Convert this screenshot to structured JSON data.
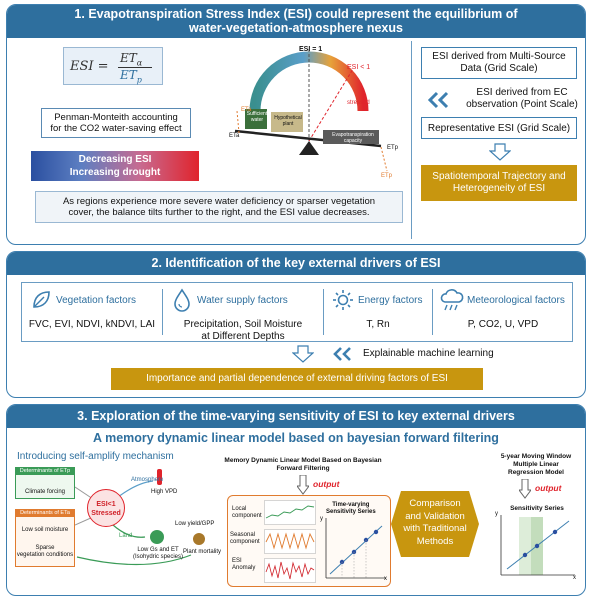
{
  "section1": {
    "title_line1": "1. Evapotranspiration Stress Index (ESI) could represent the equilibrium of",
    "title_line2": "water-vegetation-atmosphere nexus",
    "formula_lhs": "ESI =",
    "formula_num": "ET",
    "formula_num_sub": "α",
    "formula_den": "ET",
    "formula_den_sub": "p",
    "penman_line1": "Penman-Monteith accounting",
    "penman_line2": "for the CO2 water-saving effect",
    "gradient_line1": "Decreasing ESI",
    "gradient_line2": "Increasing drought",
    "gauge": {
      "esi_eq1": "ESI = 1",
      "esi_lt1": "ESI < 1",
      "stressed": "stressed",
      "eta_top": "ETa",
      "eta_left": "ETa",
      "etp_right": "ETp",
      "etp_bottom": "ETp",
      "sufficient_water": "Sufficient water",
      "hypothetical_plant": "Hypothetical plant",
      "evap_capacity": "Evapotranspiration capacity"
    },
    "balance_line1": "As regions experience more severe water deficiency or sparser vegetation",
    "balance_line2": "cover, the balance tilts further to the right, and the ESI value decreases.",
    "multi_source_line1": "ESI derived from Multi-Source",
    "multi_source_line2": "Data (Grid Scale)",
    "ec_line1": "ESI derived from EC",
    "ec_line2": "observation (Point Scale)",
    "representative": "Representative ESI (Grid Scale)",
    "trajectory_line1": "Spatiotemporal Trajectory and",
    "trajectory_line2": "Heterogeneity of ESI"
  },
  "section2": {
    "title": "2. Identification of the key external drivers of ESI",
    "factors": [
      {
        "name": "Vegetation factors",
        "values_line1": "FVC, EVI, NDVI, kNDVI, LAI",
        "values_line2": ""
      },
      {
        "name": "Water supply factors",
        "values_line1": "Precipitation, Soil Moisture",
        "values_line2": "at Different Depths"
      },
      {
        "name": "Energy factors",
        "values_line1": "T, Rn",
        "values_line2": ""
      },
      {
        "name": "Meteorological factors",
        "values_line1": "P, CO2, U, VPD",
        "values_line2": ""
      }
    ],
    "explainable": "Explainable machine learning",
    "importance": "Importance and partial dependence of external driving factors of ESI"
  },
  "section3": {
    "title": "3. Exploration of the time-varying sensitivity of ESI to key external drivers",
    "subtitle": "A memory dynamic linear model based on bayesian forward filtering",
    "self_amplify": "Introducing self-amplify mechanism",
    "det_etp": "Determinants of ETp",
    "det_eta": "Determinants of ETa",
    "climate_forcing": "Climate forcing",
    "low_soil": "Low soil moisture",
    "sparse_line1": "Sparse",
    "sparse_line2": "vegetation conditions",
    "stressed_line1": "ESI<1",
    "stressed_line2": "Stressed",
    "atmosphere": "Atmosphere",
    "land": "Land",
    "high_vpd": "High VPD",
    "low_gs_line1": "Low Gs and ET",
    "low_gs_line2": "(Isohydric species)",
    "low_yield": "Low yield/GPP",
    "plant_mortality": "Plant mortality",
    "mdlm_line1": "Memory Dynamic Linear Model Based on Bayesian",
    "mdlm_line2": "Forward Filtering",
    "output_left": "output",
    "output_right": "output",
    "local_line1": "Local",
    "local_line2": "component",
    "seasonal_line1": "Seasonal",
    "seasonal_line2": "component",
    "esi_anom_line1": "ESI",
    "esi_anom_line2": "Anomaly",
    "tv_line1": "Time-varying",
    "tv_line2": "Sensitivity Series",
    "compare_line1": "Comparison",
    "compare_line2": "and Validation",
    "compare_line3": "with Traditional",
    "compare_line4": "Methods",
    "mlr_line1": "5-year Moving Window",
    "mlr_line2": "Multiple Linear",
    "mlr_line3": "Regression Model",
    "sens_series": "Sensitivity Series",
    "axis_y": "y",
    "axis_x": "x"
  }
}
